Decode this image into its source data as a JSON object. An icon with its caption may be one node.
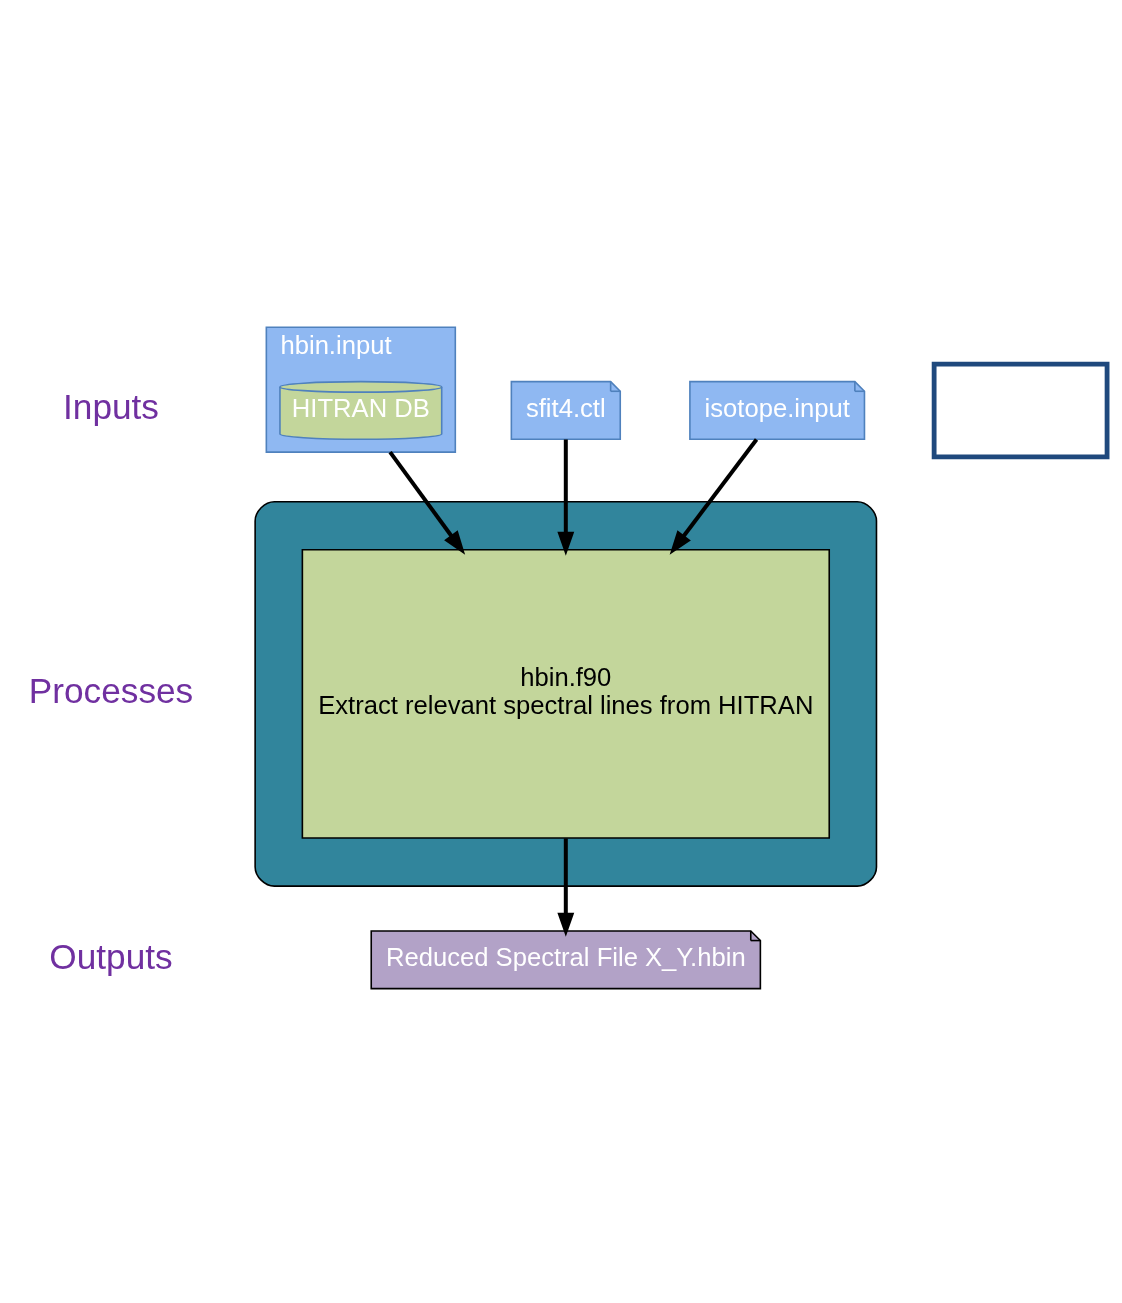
{
  "diagram": {
    "nodes": [
      {
        "text": [
          "hbin.input"
        ]
      },
      {
        "text": [
          "HITRAN DB"
        ],
        "in": 0
      },
      {
        "text": [
          "sfit4.ctl"
        ]
      },
      {
        "text": [
          "isotope.input"
        ]
      },
      {
        "text": [],
        "shape": "box"
      },
      {
        "text": [
          "hbin.f90",
          "Extract relevant spectral lines from HITRAN"
        ],
        "in": 4
      },
      {
        "text": [
          "Reduced Spectral File X_Y.hbin"
        ]
      },
      {
        "text": [],
        "shape": "box"
      }
    ],
    "edges": [
      {
        "from": 0,
        "to": 5,
        "arrow": "to"
      },
      {
        "from": 2,
        "to": 5,
        "arrow": "to"
      },
      {
        "from": 3,
        "to": 5,
        "arrow": "to"
      },
      {
        "from": 5,
        "to": 6,
        "arrow": "to"
      }
    ],
    "labels": [
      "Inputs",
      "Processes",
      "Outputs"
    ]
  }
}
